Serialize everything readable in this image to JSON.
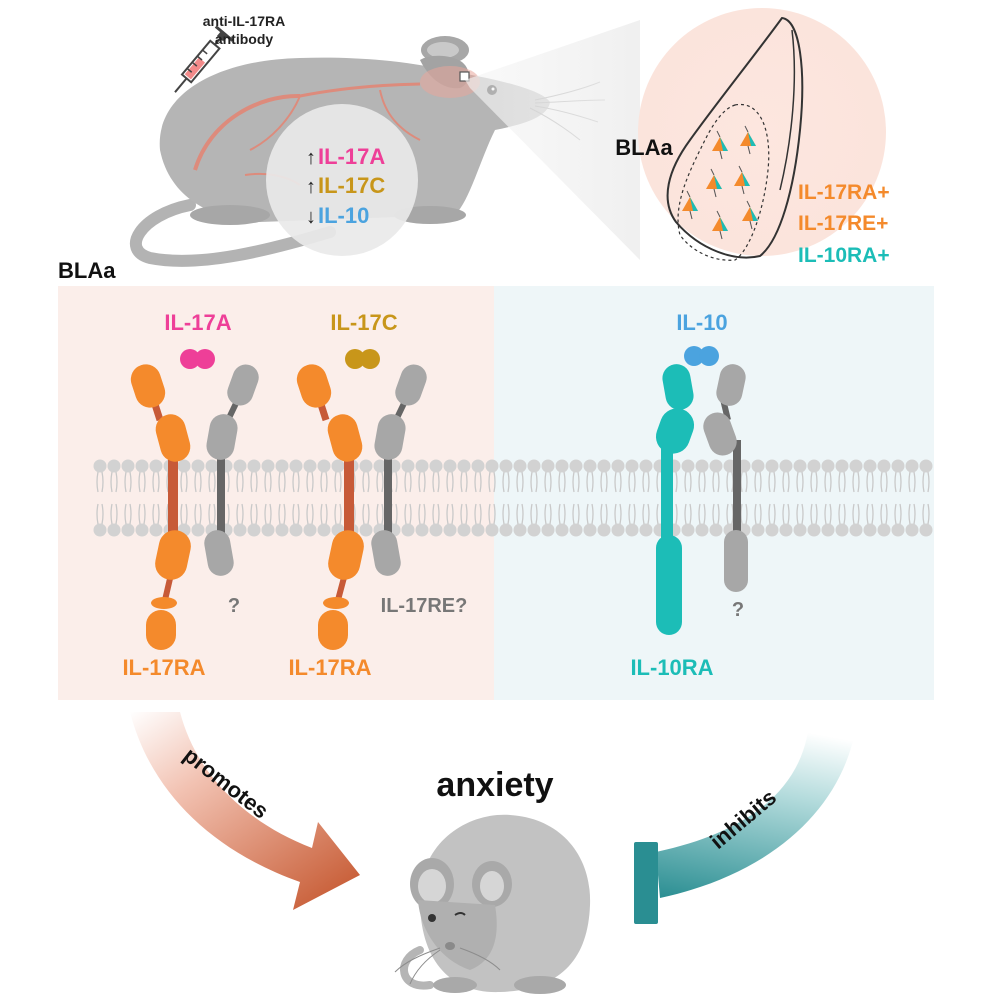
{
  "injection": {
    "line1": "anti-IL-17RA",
    "line2": "antibody"
  },
  "cytokine_levels": [
    {
      "arrow": "↑",
      "label": "IL-17A"
    },
    {
      "arrow": "↑",
      "label": "IL-17C"
    },
    {
      "arrow": "↓",
      "label": "IL-10"
    }
  ],
  "brain_inset": {
    "region": "BLAa",
    "receptors": [
      "IL-17RA+",
      "IL-17RE+",
      "IL-10RA+"
    ]
  },
  "membrane_panel": {
    "region": "BLAa",
    "ligands": {
      "il17a": "IL-17A",
      "il17c": "IL-17C",
      "il10": "IL-10"
    },
    "receptors": {
      "il17ra_1": "IL-17RA",
      "il17ra_2": "IL-17RA",
      "il10ra": "IL-10RA",
      "partner_unknown_1": "?",
      "partner_il17re": "IL-17RE?",
      "partner_unknown_2": "?"
    }
  },
  "outcome": {
    "title": "anxiety",
    "promotes": "promotes",
    "inhibits": "inhibits"
  },
  "colors": {
    "il17a": "#ee3f98",
    "il17c": "#c8961a",
    "il10": "#4ba3df",
    "receptor_orange": "#f48a2c",
    "receptor_orange_stalk": "#c75a38",
    "receptor_teal": "#1cbdb7",
    "partner_gray": "#a7a7a7",
    "left_panel_bg": "#fbeeea",
    "right_panel_bg": "#eef6f8",
    "promotes_arrow": "#c9603a",
    "inhibits_arrow": "#2a8e92"
  }
}
